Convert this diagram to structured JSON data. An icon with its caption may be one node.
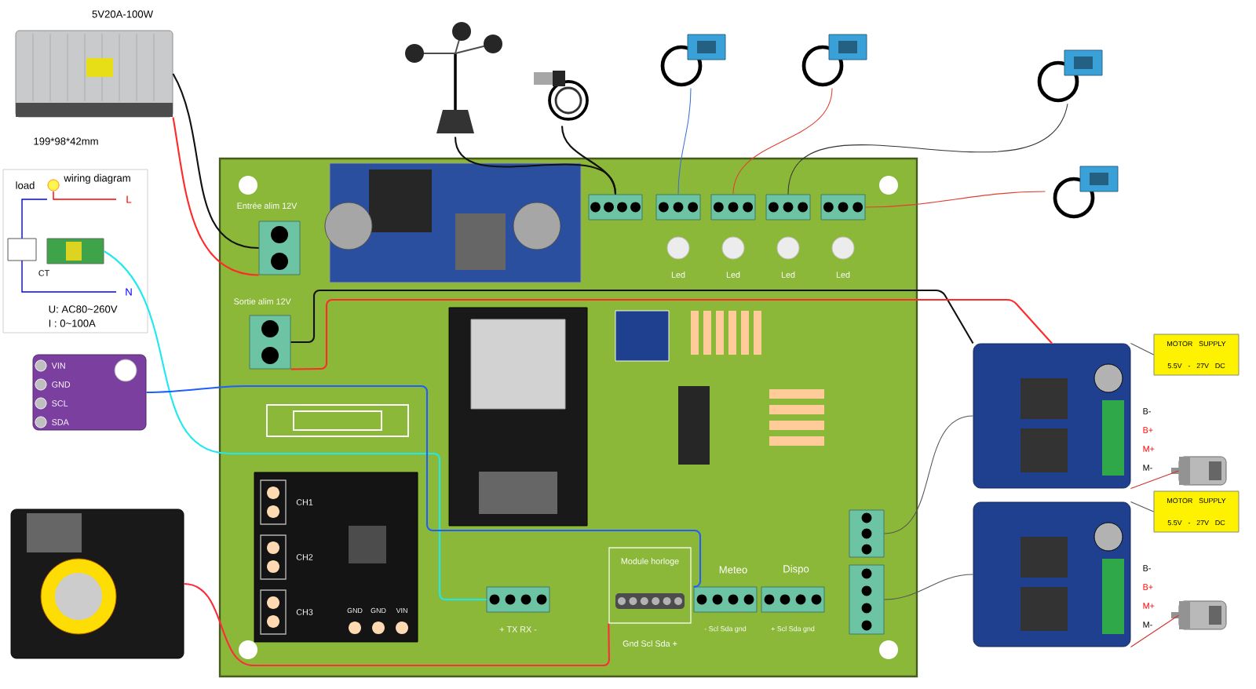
{
  "diagram": {
    "nodes": [
      {
        "text": [],
        "shape": "picture",
        "beside": [
          "5V20A-100W",
          "199*98*42mm"
        ]
      },
      {
        "text": [
          "wiring diagram",
          "load",
          "L",
          "N",
          "CT",
          "U: AC80~260V",
          "I : 0~100A"
        ]
      },
      {
        "text": [],
        "shape": "picture",
        "in": 1
      },
      {
        "text": [
          "VIN",
          "GND",
          "SCL",
          "SDA"
        ]
      },
      {
        "text": [],
        "shape": "picture"
      },
      {
        "text": [],
        "shape": "picture"
      },
      {
        "text": [],
        "shape": "picture"
      },
      {
        "text": [],
        "shape": "picture"
      },
      {
        "text": [],
        "shape": "picture"
      },
      {
        "text": [],
        "shape": "picture"
      },
      {
        "text": [],
        "shape": "picture"
      },
      {
        "text": [],
        "shape": "box"
      },
      {
        "text": [
          "Entrée alim 12V"
        ],
        "in": 11
      },
      {
        "text": [],
        "shape": "picture",
        "in": 11
      },
      {
        "text": [],
        "shape": "box",
        "in": 11
      },
      {
        "text": [],
        "shape": "box",
        "in": 11
      },
      {
        "text": [],
        "shape": "box",
        "in": 11
      },
      {
        "text": [],
        "shape": "box",
        "in": 11
      },
      {
        "text": [],
        "shape": "box",
        "in": 11
      },
      {
        "text": [
          "Led"
        ],
        "in": 11
      },
      {
        "text": [
          "Led"
        ],
        "in": 11
      },
      {
        "text": [
          "Led"
        ],
        "in": 11
      },
      {
        "text": [
          "Led"
        ],
        "in": 11
      },
      {
        "text": [
          "Sortie alim 12V"
        ],
        "in": 11
      },
      {
        "text": [],
        "shape": "picture",
        "in": 11
      },
      {
        "text": [],
        "shape": "picture",
        "in": 11
      },
      {
        "text": [
          "CH1",
          "CH2",
          "CH3",
          "GND",
          "GND",
          "VIN"
        ],
        "in": 11
      },
      {
        "text": [
          "+ TX RX -"
        ],
        "in": 11
      },
      {
        "text": [
          "Module horloge",
          "Gnd Scl Sda +"
        ],
        "in": 11
      },
      {
        "text": [
          "Meteo",
          "- Scl Sda gnd"
        ],
        "in": 11
      },
      {
        "text": [
          "Dispo",
          "+ Scl Sda gnd"
        ],
        "in": 11
      },
      {
        "text": [],
        "shape": "box",
        "in": 11
      },
      {
        "text": [],
        "shape": "box",
        "in": 11
      },
      {
        "text": [],
        "shape": "picture",
        "beside": [
          "B-",
          "B+",
          "M+",
          "M-"
        ]
      },
      {
        "text": [],
        "shape": "picture",
        "beside": [
          "B-",
          "B+",
          "M+",
          "M-"
        ]
      },
      {
        "text": [
          "MOTOR SUPPLY 5.5V - 27V DC"
        ]
      },
      {
        "text": [
          "MOTOR SUPPLY 5.5V - 27V DC"
        ]
      },
      {
        "text": [],
        "shape": "picture"
      },
      {
        "text": [],
        "shape": "picture"
      }
    ],
    "edges": [
      {
        "from": 0,
        "to": 12,
        "arrow": "none",
        "color": "#111111"
      },
      {
        "from": 0,
        "to": 12,
        "arrow": "none",
        "color": "#ff2a2a"
      },
      {
        "from": 2,
        "to": 27,
        "arrow": "none",
        "color": "#1ee8f0"
      },
      {
        "from": 3,
        "to": 29,
        "arrow": "none",
        "color": "#1f5fff"
      },
      {
        "from": 4,
        "to": 28,
        "arrow": "none",
        "color": "#ff2a3a"
      },
      {
        "from": 5,
        "to": 14,
        "arrow": "none",
        "color": "#111111"
      },
      {
        "from": 6,
        "to": 14,
        "arrow": "none",
        "color": "#111111"
      },
      {
        "from": 7,
        "to": 15,
        "arrow": "none",
        "color": "#3a6fd8"
      },
      {
        "from": 8,
        "to": 16,
        "arrow": "none",
        "color": "#e04030"
      },
      {
        "from": 9,
        "to": 17,
        "arrow": "none",
        "color": "#333333"
      },
      {
        "from": 10,
        "to": 18,
        "arrow": "none",
        "color": "#e04030"
      },
      {
        "from": 23,
        "to": 33,
        "arrow": "none",
        "color": "#111111"
      },
      {
        "from": 23,
        "to": 33,
        "arrow": "none",
        "color": "#ff2a2a"
      },
      {
        "from": 31,
        "to": 33,
        "arrow": "none",
        "color": "#555555"
      },
      {
        "from": 32,
        "to": 34,
        "arrow": "none",
        "color": "#555555"
      },
      {
        "from": 35,
        "to": 33,
        "arrow": "none",
        "color": "#555555"
      },
      {
        "from": 36,
        "to": 34,
        "arrow": "none",
        "color": "#555555"
      },
      {
        "from": 33,
        "to": 37,
        "arrow": "none",
        "color": "#d03030"
      },
      {
        "from": 34,
        "to": 38,
        "arrow": "none",
        "color": "#d03030"
      }
    ]
  }
}
